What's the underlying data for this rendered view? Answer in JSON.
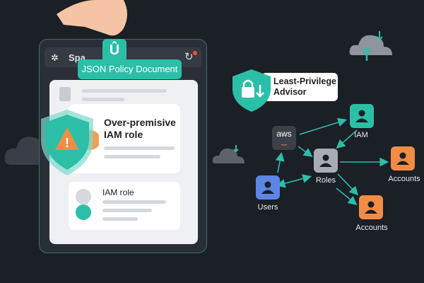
{
  "panel": {
    "app_name": "Spa",
    "pill_label": "JSON Policy Document"
  },
  "cards": [
    {
      "title_line1": "Over-premisive",
      "title_line2": "IAM role"
    },
    {
      "title": "IAM role"
    }
  ],
  "advisor": {
    "line1": "Least-Privilege",
    "line2": "Advisor"
  },
  "graph": {
    "nodes": {
      "aws": "aws",
      "iam": "IAM",
      "roles": "Roles",
      "users": "Users",
      "accounts_right": "Accounts",
      "accounts_bottom": "Accounts"
    }
  },
  "colors": {
    "teal": "#2bbfa8",
    "orange": "#f28c45",
    "blue": "#5b86e5",
    "grey": "#a8adb5",
    "aws_bg": "#3a3f48"
  }
}
